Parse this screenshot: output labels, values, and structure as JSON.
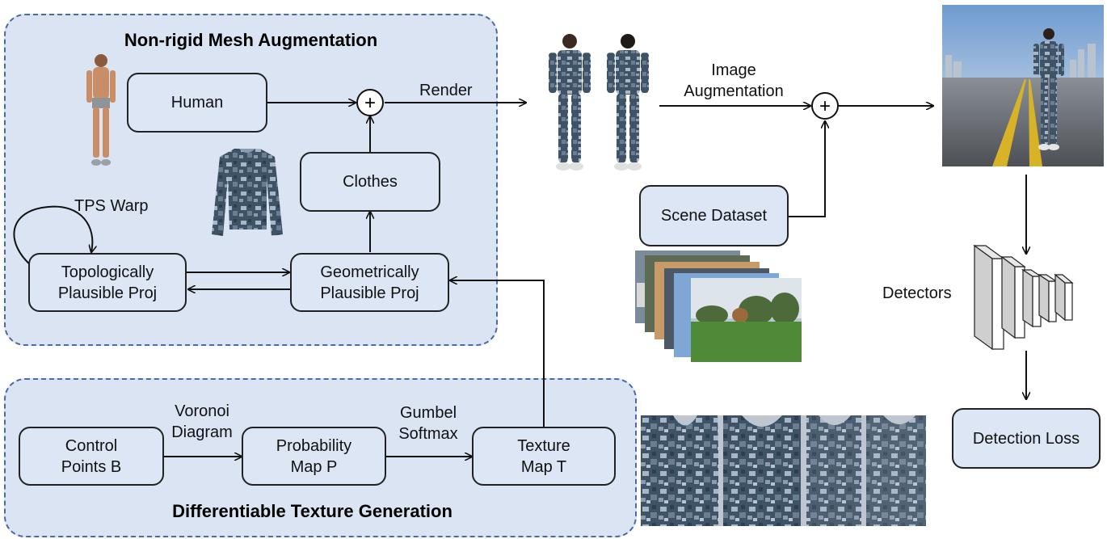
{
  "groups": {
    "mesh": {
      "title": "Non-rigid Mesh Augmentation"
    },
    "texture": {
      "title": "Differentiable Texture Generation"
    }
  },
  "nodes": {
    "human": "Human",
    "clothes": "Clothes",
    "topo": "Topologically\nPlausible Proj",
    "geo": "Geometrically\nPlausible Proj",
    "control": "Control\nPoints B",
    "prob": "Probability\nMap P",
    "texture_map": "Texture\nMap T",
    "scene": "Scene Dataset",
    "loss": "Detection Loss"
  },
  "edge_labels": {
    "tps": "TPS Warp",
    "render": "Render",
    "image_aug": "Image\nAugmentation",
    "voronoi": "Voronoi\nDiagram",
    "gumbel": "Gumbel\nSoftmax",
    "detectors": "Detectors"
  },
  "operators": {
    "plus": "+"
  },
  "icons": [
    "human-model-icon",
    "camo-shirt-icon",
    "rendered-person-icon",
    "composited-scene-icon",
    "scene-photo-stack-icon",
    "detector-network-icon",
    "texture-map-icon"
  ],
  "colors": {
    "panel_fill": "#dbe4f3",
    "panel_border": "#4a6aa5",
    "node_fill": "#dce6f4",
    "camo": [
      "#3e5366",
      "#6b7d90",
      "#a9b6c8",
      "#2f3f4f",
      "#8d9ab0"
    ]
  }
}
